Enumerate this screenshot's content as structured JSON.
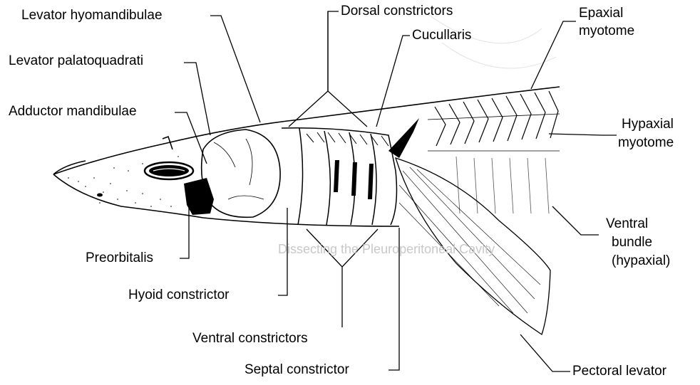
{
  "labels": {
    "levator_hyomandibulae": "Levator hyomandibulae",
    "dorsal_constrictors": "Dorsal  constrictors",
    "epaxial_myotome": [
      "Epaxial",
      "myotome"
    ],
    "cucullaris": "Cucullaris",
    "levator_palatoquadrati": "Levator palatoquadrati",
    "adductor_mandibulae": "Adductor mandibulae",
    "hypaxial_myotome": [
      "Hypaxial",
      "myotome"
    ],
    "ventral_bundle": [
      "Ventral",
      "bundle",
      "(hypaxial)"
    ],
    "preorbitalis": "Preorbitalis",
    "hyoid_constrictor": "Hyoid constrictor",
    "ventral_constrictors": "Ventral constrictors",
    "septal_constrictor": "Septal  constrictor",
    "pectoral_levator": "Pectoral levator"
  },
  "colors": {
    "ink": "#000000",
    "background": "#ffffff",
    "bleed_through": "#c8c8c8"
  }
}
